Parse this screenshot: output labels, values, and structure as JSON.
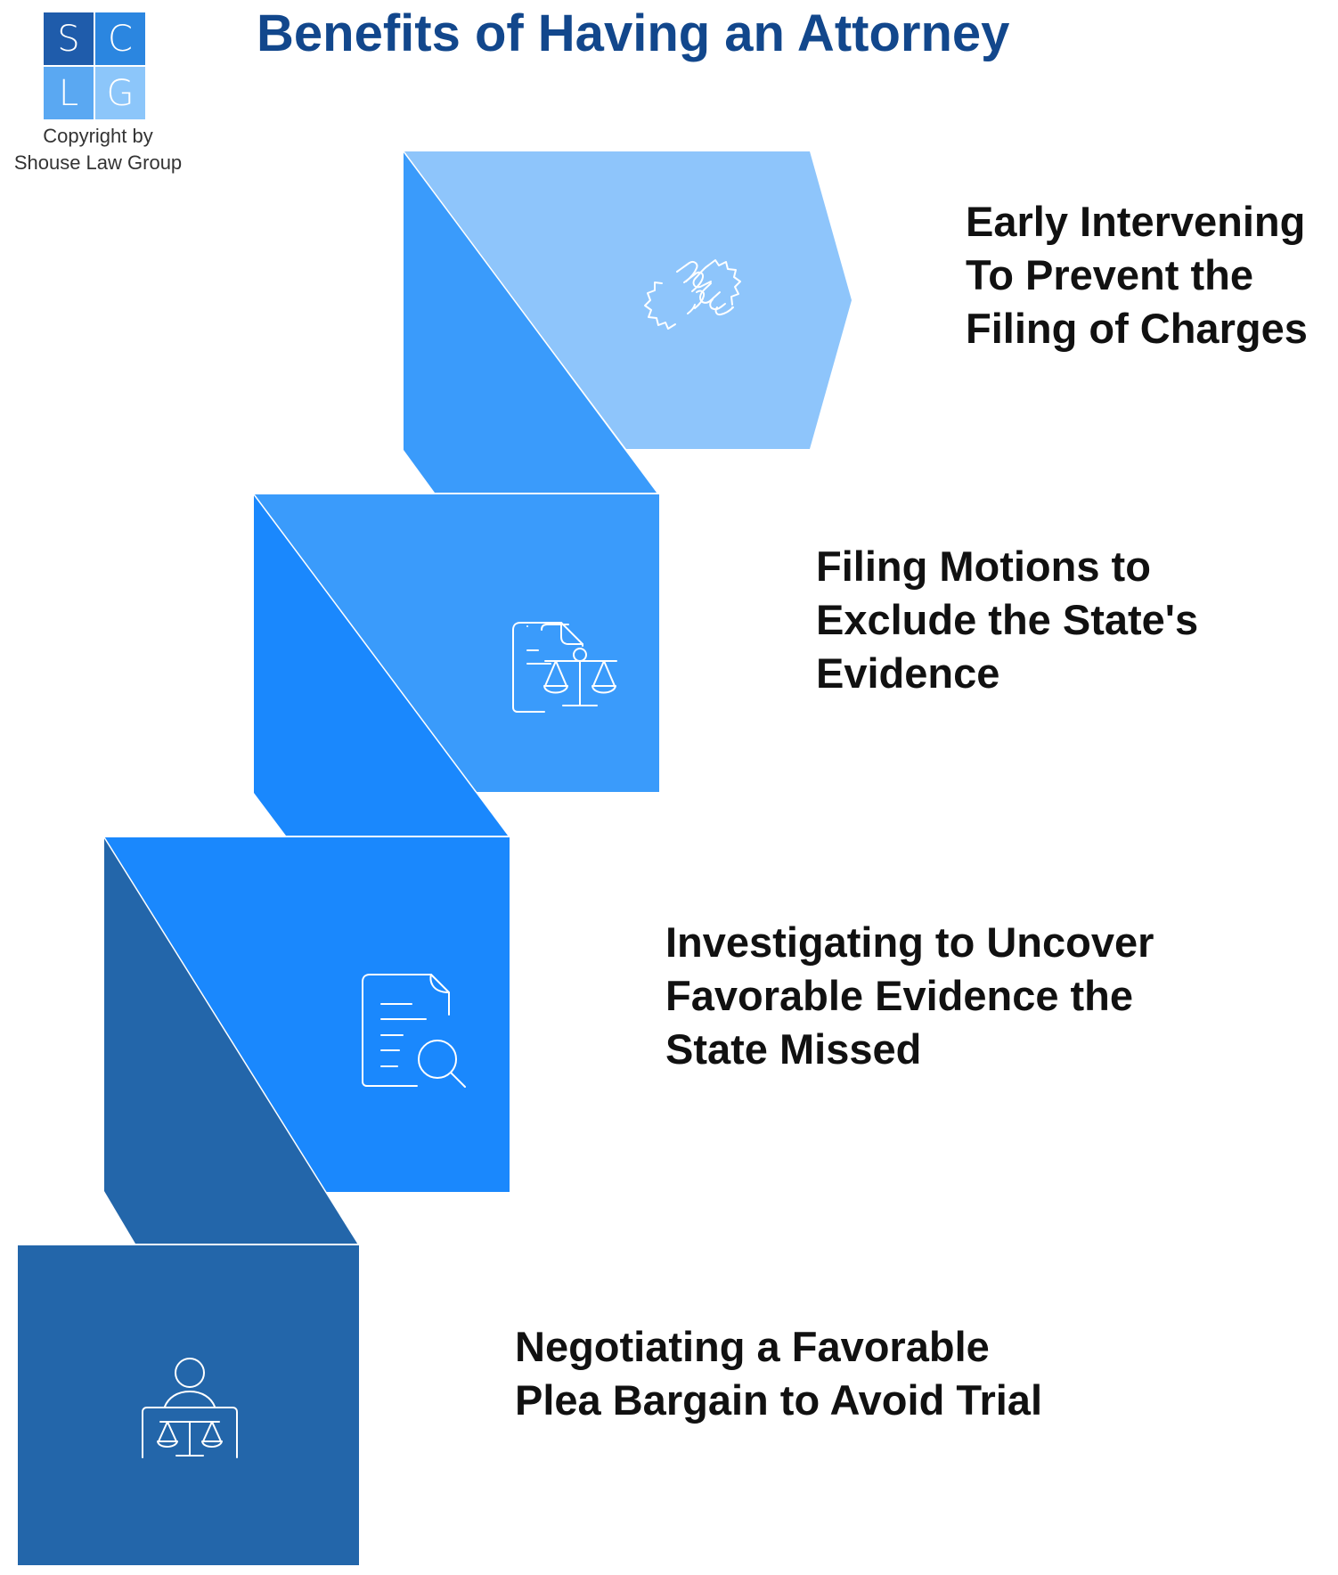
{
  "logo": {
    "letters": [
      "S",
      "C",
      "L",
      "G"
    ]
  },
  "copyright": [
    "Copyright by",
    "Shouse Law Group"
  ],
  "title": "Benefits of Having an Attorney",
  "steps": [
    {
      "lines": [
        "Early Intervening",
        "To Prevent the",
        "Filing of Charges"
      ],
      "icon": "handshake-icon"
    },
    {
      "lines": [
        "Filing Motions to",
        "Exclude the State's",
        "Evidence"
      ],
      "icon": "legal-document-scales-icon"
    },
    {
      "lines": [
        "Investigating to Uncover",
        "Favorable Evidence the",
        "State Missed"
      ],
      "icon": "document-magnifier-icon"
    },
    {
      "lines": [
        "Negotiating a Favorable",
        "Plea Bargain to Avoid Trial"
      ],
      "icon": "judge-scales-icon"
    }
  ],
  "colors": {
    "title": "#12478c",
    "step1_face": "#8ec5fb",
    "step1_side": "#3a9bfb",
    "step2_face": "#3a9bfb",
    "step2_side": "#1a88fd",
    "step3_face": "#1a88fd",
    "step3_side": "#2366aa",
    "step4_face": "#2366aa",
    "icon_stroke": "#ffffff"
  }
}
